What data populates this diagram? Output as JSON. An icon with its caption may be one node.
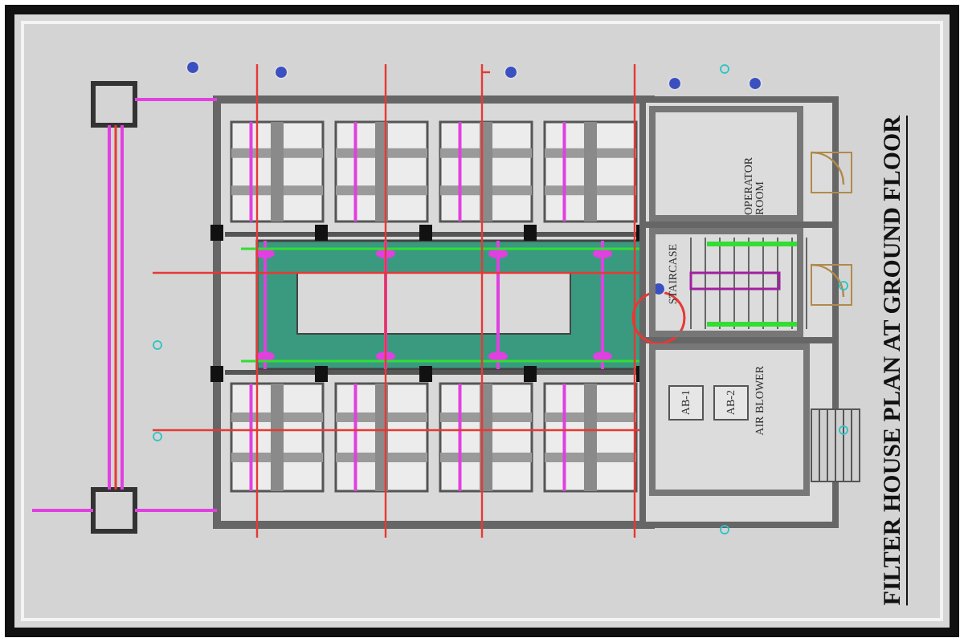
{
  "diagram": {
    "title": "FILTER HOUSE PLAN AT GROUND FLOOR",
    "nodes": [
      {
        "text": [
          "OPERATOR ROOM"
        ]
      },
      {
        "text": [
          "STAIRCASE"
        ]
      },
      {
        "text": [
          "AIR BLOWER"
        ]
      },
      {
        "text": [
          "AB-1"
        ],
        "in": 2
      },
      {
        "text": [
          "AB-2"
        ],
        "in": 2
      }
    ],
    "edges": []
  }
}
